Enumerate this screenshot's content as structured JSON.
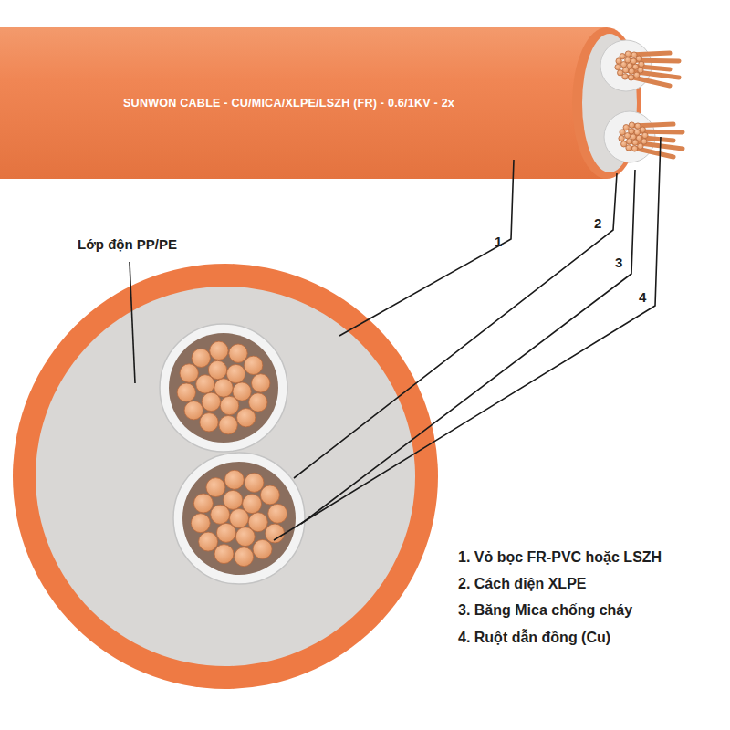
{
  "diagram": {
    "nodes": [
      {
        "text": [
          "SUNWON CABLE - CU/MICA/XLPE/LSZH (FR) - 0.6/1KV - 2x"
        ]
      }
    ],
    "labels": [
      "Lớp độn PP/PE",
      "1",
      "2",
      "3",
      "4",
      "1. Vỏ bọc FR-PVC hoặc LSZH",
      "2. Cách điện XLPE",
      "3. Băng Mica chống cháy",
      "4. Ruột dẫn đồng (Cu)"
    ]
  }
}
